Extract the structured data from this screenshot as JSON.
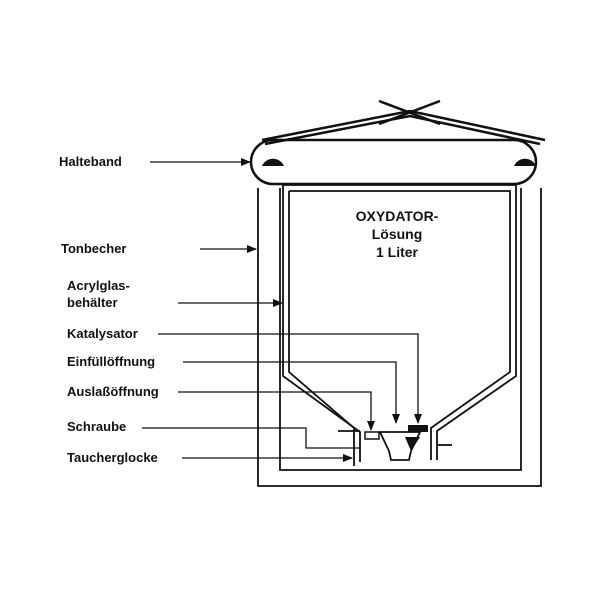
{
  "diagram": {
    "labels": {
      "halteband": "Halteband",
      "tonbecher": "Tonbecher",
      "acrylglas_line1": "Acrylglas-",
      "acrylglas_line2": "behälter",
      "katalysator": "Katalysator",
      "einfuelloeffnung": "Einfüllöffnung",
      "auslassoeffnung": "Auslaßöffnung",
      "schraube": "Schraube",
      "taucherglocke": "Taucherglocke"
    },
    "container_text": {
      "line1": "OXYDATOR-",
      "line2": "Lösung",
      "line3": "1 Liter"
    },
    "colors": {
      "ink": "#111111",
      "paper": "#ffffff"
    }
  }
}
